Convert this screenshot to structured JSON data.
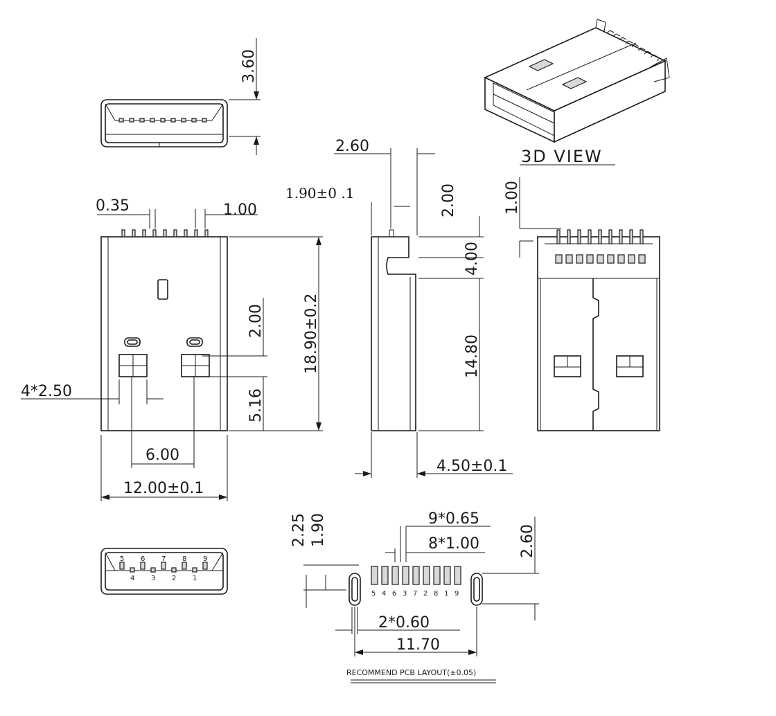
{
  "title_3d": "3D VIEW",
  "pcb_note": "RECOMMEND PCB LAYOUT(±0.05)",
  "dims": {
    "d360": "3.60",
    "d260_top": "2.60",
    "d190": "1.90±0 .1",
    "d200_side": "2.00",
    "d400": "4.00",
    "d1480": "14.80",
    "d450": "4.50±0.1",
    "d100_right": "1.00",
    "d035": "0.35",
    "d100_front": "1.00",
    "d1890": "18.90±0.2",
    "d200_front": "2.00",
    "d516": "5.16",
    "d4x250": "4*2.50",
    "d600": "6.00",
    "d1200": "12.00±0.1",
    "d225": "2.25",
    "d190_pcb": "1.90",
    "d9x065": "9*0.65",
    "d8x100": "8*1.00",
    "d260_pcb": "2.60",
    "d2x060": "2*0.60",
    "d1170": "11.70"
  },
  "pins_bottom_top": [
    "5",
    "6",
    "7",
    "8",
    "9"
  ],
  "pins_bottom_bottom": [
    "4",
    "3",
    "2",
    "1"
  ],
  "pins_pcb": [
    "5",
    "4",
    "6",
    "3",
    "7",
    "2",
    "8",
    "1",
    "9"
  ]
}
